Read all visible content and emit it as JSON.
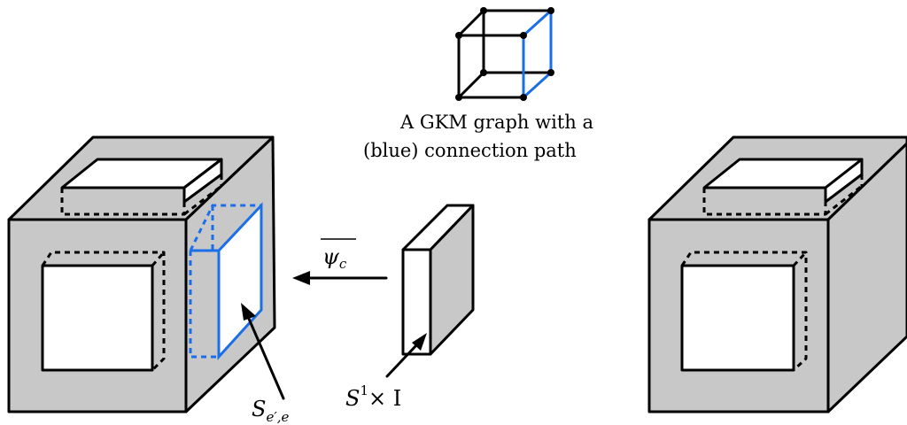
{
  "caption": {
    "line1": "A GKM graph with a",
    "line2": "(blue) connection path"
  },
  "labels": {
    "psi_c": "ψ",
    "psi_sub": "c",
    "s1_base": "S",
    "s1_sup": "1",
    "s1_rest": "× I",
    "see_base": "S",
    "see_sub": "e′,e"
  },
  "colors": {
    "cube_face": "#c8c8c8",
    "connection_path": "#1a6fe8"
  }
}
